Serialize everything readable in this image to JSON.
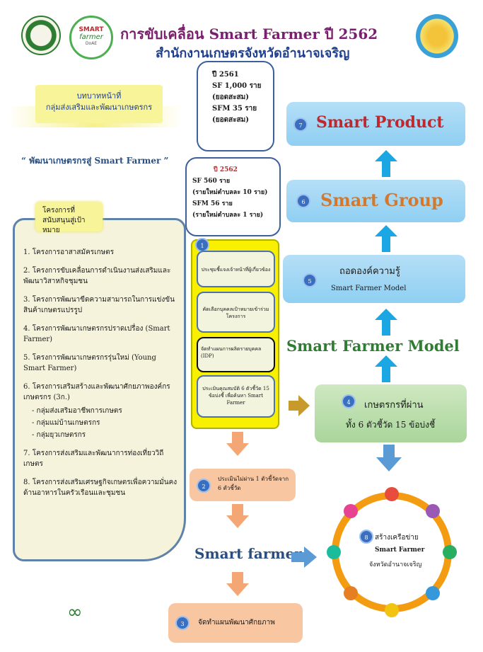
{
  "header": {
    "title": "การขับเคลื่อน Smart Farmer ปี 2562",
    "subtitle": "สำนักงานเกษตรจังหวัดอำนาจเจริญ",
    "logo2_line1": "SMART",
    "logo2_line2": "farmer",
    "logo2_line3": "DoAE"
  },
  "role": {
    "line1": "บทบาทหน้าที่",
    "line2": "กลุ่มส่งเสริมและพัฒนาเกษตรกร"
  },
  "slogan": "“ พัฒนาเกษตรกรสู่ Smart Farmer ”",
  "stats_2561": {
    "year": "ปี 2561",
    "sf": "SF 1,000 ราย",
    "sf_note": "(ยอดสะสม)",
    "sfm": "SFM  35 ราย",
    "sfm_note": "(ยอดสะสม)"
  },
  "stats_2562": {
    "year": "ปี 2562",
    "sf": "SF    560 ราย",
    "sf_note": "(รายใหม่ตำบลละ 10 ราย)",
    "sfm": "SFM  56 ราย",
    "sfm_note": "(รายใหม่ตำบลละ 1 ราย)"
  },
  "projects": {
    "heading": "โครงการที่สนับสนุนสู่เป้าหมาย",
    "items": [
      "1. โครงการอาสาสมัครเกษตร",
      "2. โครงการขับเคลื่อนการดำเนินงานส่งเสริมและพัฒนาวิสาหกิจชุมชน",
      "3. โครงการพัฒนาขีดความสามารถในการแข่งขัน สินค้าเกษตรแปรรูป",
      "4. โครงการพัฒนาเกษตรกรปราดเปรื่อง (Smart Farmer)",
      "5. โครงการพัฒนาเกษตรกรรุ่นใหม่ (Young Smart Farmer)",
      "6. โครงการเสริมสร้างและพัฒนาศักยภาพองค์กรเกษตรกร (3ก.)",
      "- กลุ่มส่งเสริมอาชีพการเกษตร",
      "- กลุ่มแม่บ้านเกษตรกร",
      "- กลุ่มยุวเกษตรกร",
      "7. โครงการส่งเสริมและพัฒนาการท่องเที่ยววิถีเกษตร",
      "8. โครงการส่งเสริมเศรษฐกิจเกษตรเพื่อความมั่นคงด้านอาหารในครัวเรือนและชุมชน"
    ]
  },
  "steps": {
    "s1_num": "1",
    "s1_boxes": [
      "ประชุมชี้แจงเจ้าหน้าที่ผู้เกี่ยวข้อง",
      "คัดเลือกบุคคลเป้าหมายเข้าร่วมโครงการ",
      "จัดทำแผนการผลิตรายบุคคล (IDP)",
      "ประเมินคุณสมบัติ 6 ตัวชี้วัด 15 ข้อบ่งชี้ เพื่อค้นหา Smart Farmer"
    ],
    "s2_num": "2",
    "s2": "ประเมินไม่ผ่าน 1 ตัวชี้วัดจาก 6 ตัวชี้วัด",
    "s3_num": "3",
    "s3": "จัดทำแผนพัฒนาศักยภาพ",
    "smart_farmer": "Smart farmer",
    "s4_num": "4",
    "s4_l1": "เกษตรกรที่ผ่าน",
    "s4_l2": "ทั้ง 6 ตัวชี้วัด  15 ข้อบ่งชี้",
    "sf_model": "Smart Farmer Model",
    "s5_num": "5",
    "s5_l1": "ถอดองค์ความรู้",
    "s5_l2": "Smart Farmer Model",
    "s6_num": "6",
    "s6": "Smart  Group",
    "s7_num": "7",
    "s7": "Smart  Product",
    "s8_num": "8",
    "s8_l1": "สร้างเครือข่าย",
    "s8_l2": "Smart Farmer",
    "s8_l3": "จังหวัดอำนาจเจริญ"
  },
  "colors": {
    "title": "#7a1f6e",
    "subtitle": "#1f3f8f",
    "product": "#c0282d",
    "group": "#d4782c",
    "model": "#2e7d32"
  }
}
